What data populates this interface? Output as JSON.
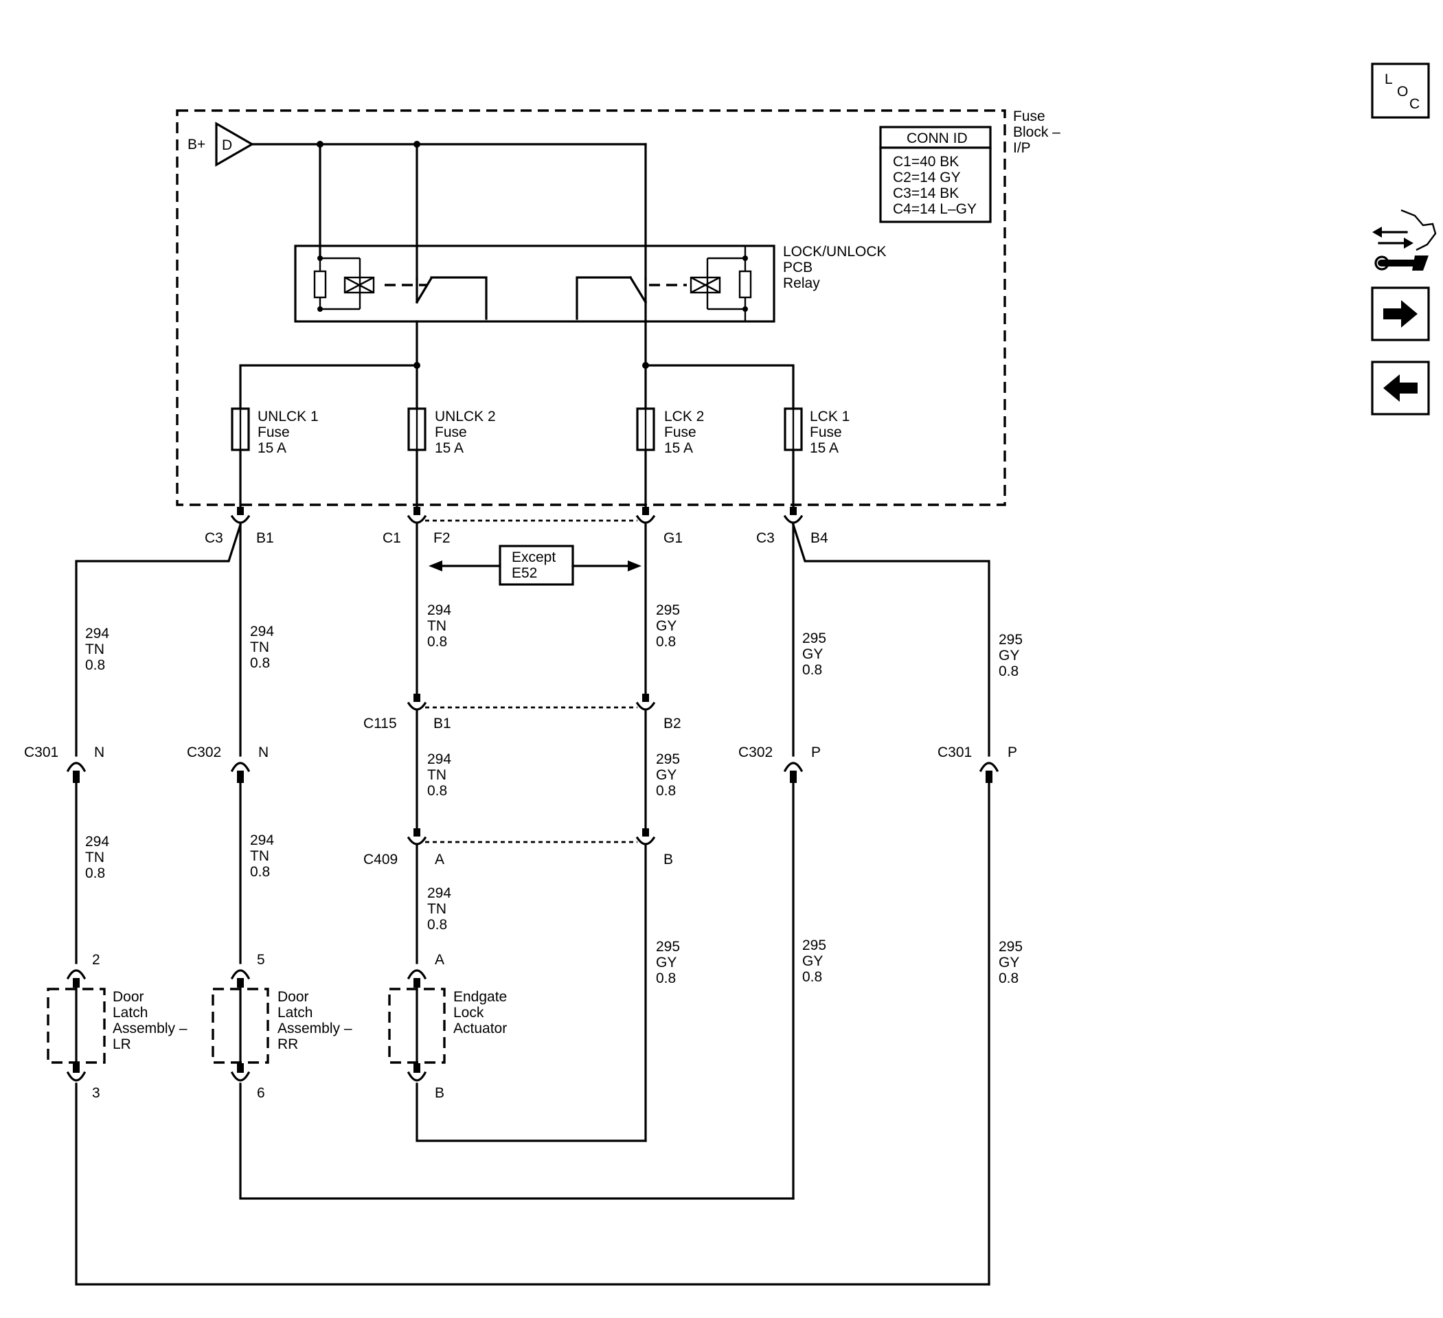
{
  "supply": {
    "label": "B+",
    "tag": "D"
  },
  "fuse_block": {
    "label_lines": [
      "Fuse",
      "Block –",
      "I/P"
    ]
  },
  "conn_table": {
    "header": "CONN ID",
    "rows": [
      "C1=40 BK",
      "C2=14 GY",
      "C3=14 BK",
      "C4=14 L–GY"
    ]
  },
  "relay": {
    "label_lines": [
      "LOCK/UNLOCK",
      "PCB",
      "Relay"
    ]
  },
  "fuses": [
    {
      "lines": [
        "UNLCK 1",
        "Fuse",
        "15 A"
      ]
    },
    {
      "lines": [
        "UNLCK 2",
        "Fuse",
        "15 A"
      ]
    },
    {
      "lines": [
        "LCK 2",
        "Fuse",
        "15 A"
      ]
    },
    {
      "lines": [
        "LCK 1",
        "Fuse",
        "15 A"
      ]
    }
  ],
  "connectors": {
    "c3_left": {
      "name": "C3",
      "pin": "B1"
    },
    "c1_left": {
      "name": "C1",
      "pin": "F2"
    },
    "c1_right": {
      "pin": "G1"
    },
    "c3_right": {
      "name": "C3",
      "pin": "B4"
    },
    "c115": {
      "name": "C115",
      "pin_a": "B1",
      "pin_b": "B2"
    },
    "c409": {
      "name": "C409",
      "pin_a": "A",
      "pin_b": "B"
    },
    "c301_left": {
      "name": "C301",
      "pin": "N"
    },
    "c302_left": {
      "name": "C302",
      "pin": "N"
    },
    "c302_right": {
      "name": "C302",
      "pin": "P"
    },
    "c301_right": {
      "name": "C301",
      "pin": "P"
    }
  },
  "option_box": {
    "lines": [
      "Except",
      "E52"
    ]
  },
  "wires": {
    "tn": [
      "294",
      "TN",
      "0.8"
    ],
    "gy": [
      "295",
      "GY",
      "0.8"
    ]
  },
  "components": [
    {
      "lines": [
        "Door",
        "Latch",
        "Assembly –",
        "LR"
      ],
      "pin_top": "2",
      "pin_bottom": "3"
    },
    {
      "lines": [
        "Door",
        "Latch",
        "Assembly –",
        "RR"
      ],
      "pin_top": "5",
      "pin_bottom": "6"
    },
    {
      "lines": [
        "Endgate",
        "Lock",
        "Actuator"
      ],
      "pin_top": "A",
      "pin_bottom": "B"
    }
  ],
  "nav": {
    "loc_letters": [
      "L",
      "O",
      "C"
    ],
    "buttons": [
      "loc-icon",
      "schematic-component-icon",
      "next-arrow-icon",
      "previous-arrow-icon"
    ]
  }
}
